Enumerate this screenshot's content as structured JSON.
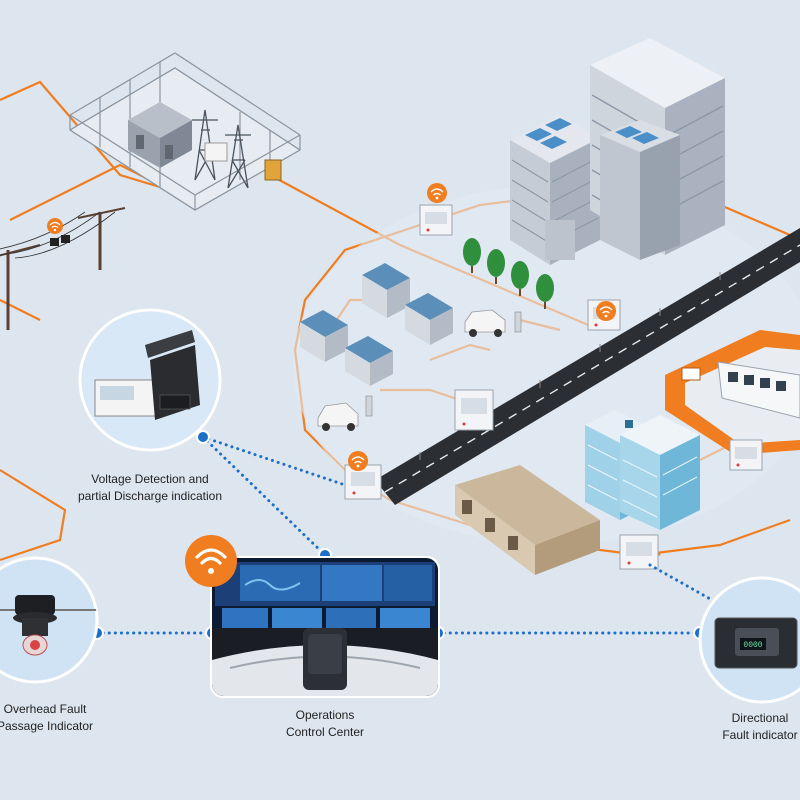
{
  "colors": {
    "background": "#dde6ef",
    "connection_line": "#f07d1f",
    "dotted_link": "#1f6fc8",
    "wifi_badge": "#f07d1f",
    "road": "#2b2e33",
    "building": "#c9ced6",
    "window": "#8fa3b8",
    "callout_circle": "#cfe3f5"
  },
  "labels": {
    "voltage_detection": {
      "line1": "Voltage Detection and",
      "line2": "partial Discharge indication"
    },
    "overhead_fault": {
      "line1": "Overhead Fault",
      "line2": "Passage Indicator"
    },
    "operations_center": {
      "line1": "Operations",
      "line2": "Control Center"
    },
    "directional_fault": {
      "line1": "Directional",
      "line2": "Fault indicator"
    }
  },
  "device_display": "0000",
  "icons": [
    "wifi-icon",
    "substation-icon",
    "transmission-tower-icon",
    "utility-pole-icon",
    "office-building-icon",
    "warehouse-icon",
    "car-icon",
    "tree-icon",
    "metro-train-icon",
    "monitor-wall-icon"
  ]
}
